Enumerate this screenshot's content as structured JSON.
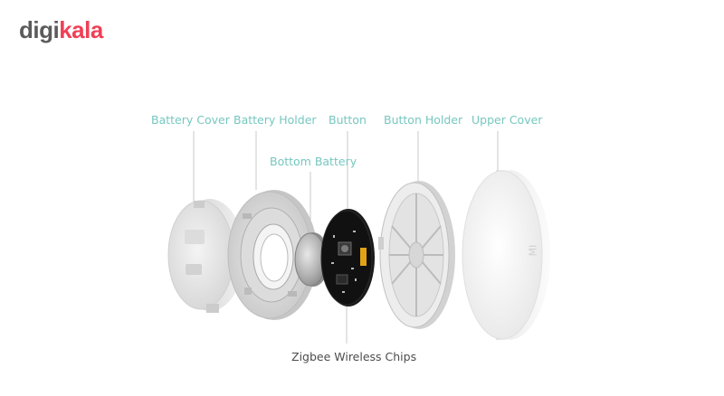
{
  "brand": {
    "part1": "digi",
    "part2": "kala",
    "color_dark": "#5b5b5b",
    "color_accent": "#ef4056"
  },
  "labels": {
    "battery_cover": "Battery Cover",
    "battery_holder": "Battery Holder",
    "button": "Button",
    "button_holder": "Button Holder",
    "upper_cover": "Upper Cover",
    "bottom_battery": "Bottom Battery",
    "zigbee": "Zigbee Wireless Chips"
  },
  "colors": {
    "label_teal": "#76c7c0",
    "label_dark": "#4c4c4c",
    "leader_line": "#c8c8c8"
  },
  "pcb_marking": "MI"
}
